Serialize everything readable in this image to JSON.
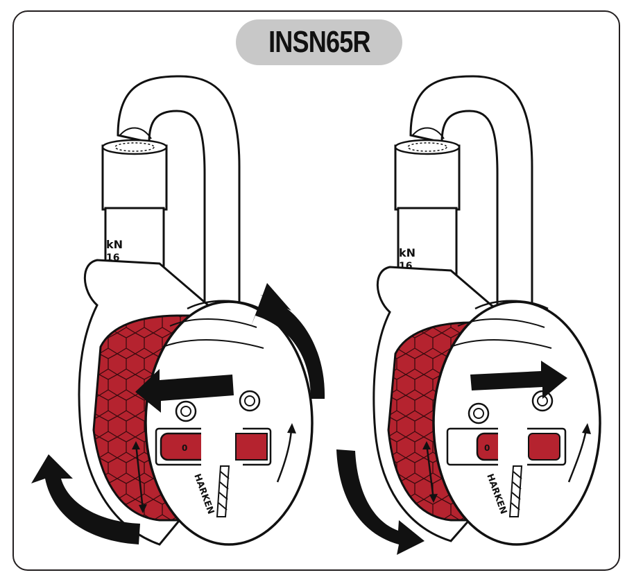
{
  "title": "INSN65R",
  "units": {
    "line1": "kN",
    "line2": "16"
  },
  "brand_mark": "HARKEN",
  "colors": {
    "frame": "#231f20",
    "title_pill": "#c8c8c8",
    "knob_red": "#b5232f",
    "ink": "#111111"
  },
  "icons": [
    "rotate-ccw-arrow",
    "rotate-cw-arrow",
    "slide-left-arrow",
    "slide-right-arrow"
  ]
}
